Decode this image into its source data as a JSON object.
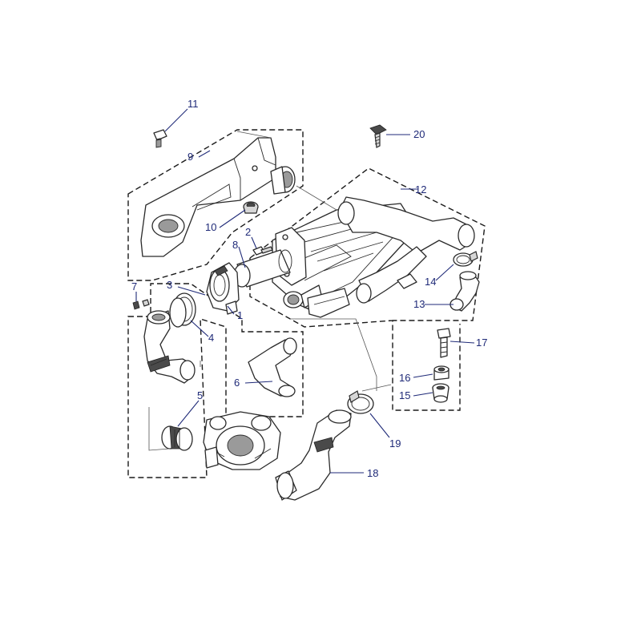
{
  "diagram": {
    "callouts": [
      {
        "id": "1",
        "label": "1"
      },
      {
        "id": "2",
        "label": "2"
      },
      {
        "id": "3",
        "label": "3"
      },
      {
        "id": "4",
        "label": "4"
      },
      {
        "id": "5",
        "label": "5"
      },
      {
        "id": "6",
        "label": "6"
      },
      {
        "id": "7",
        "label": "7"
      },
      {
        "id": "8",
        "label": "8"
      },
      {
        "id": "9",
        "label": "9"
      },
      {
        "id": "10",
        "label": "10"
      },
      {
        "id": "11",
        "label": "11"
      },
      {
        "id": "12",
        "label": "12"
      },
      {
        "id": "13",
        "label": "13"
      },
      {
        "id": "14",
        "label": "14"
      },
      {
        "id": "15",
        "label": "15"
      },
      {
        "id": "16",
        "label": "16"
      },
      {
        "id": "17",
        "label": "17"
      },
      {
        "id": "18",
        "label": "18"
      },
      {
        "id": "19",
        "label": "19"
      },
      {
        "id": "20",
        "label": "20"
      }
    ],
    "colors": {
      "callout_text": "#1f2a78",
      "line_art": "#2a2a2a",
      "background": "#ffffff"
    }
  }
}
